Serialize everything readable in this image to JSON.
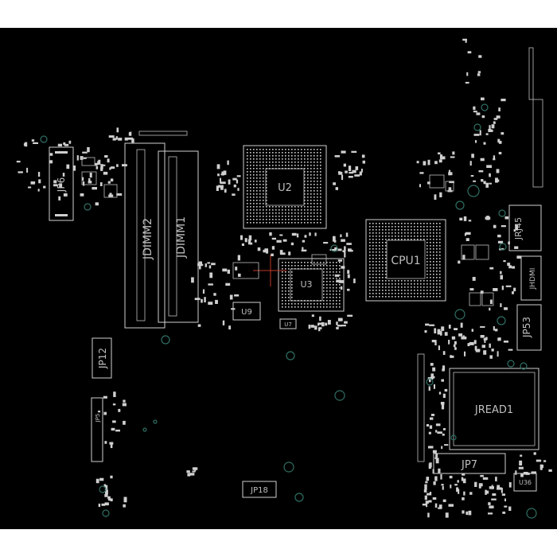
{
  "labels": {
    "u2": "U2",
    "cpu": "CPU1",
    "u3": "U3",
    "u9": "U9",
    "u7": "U7",
    "jdimm2": "JDIMM2",
    "jdimm1": "JDIMM1",
    "jp6": "JP6",
    "jp12": "JP12",
    "jp5": "JP5",
    "jp18": "JP18",
    "jrj45": "JRJ45",
    "jhdmi": "JHDMI",
    "jp53": "JP53",
    "jread1": "JREAD1",
    "jp7": "JP7",
    "u36": "U36"
  }
}
